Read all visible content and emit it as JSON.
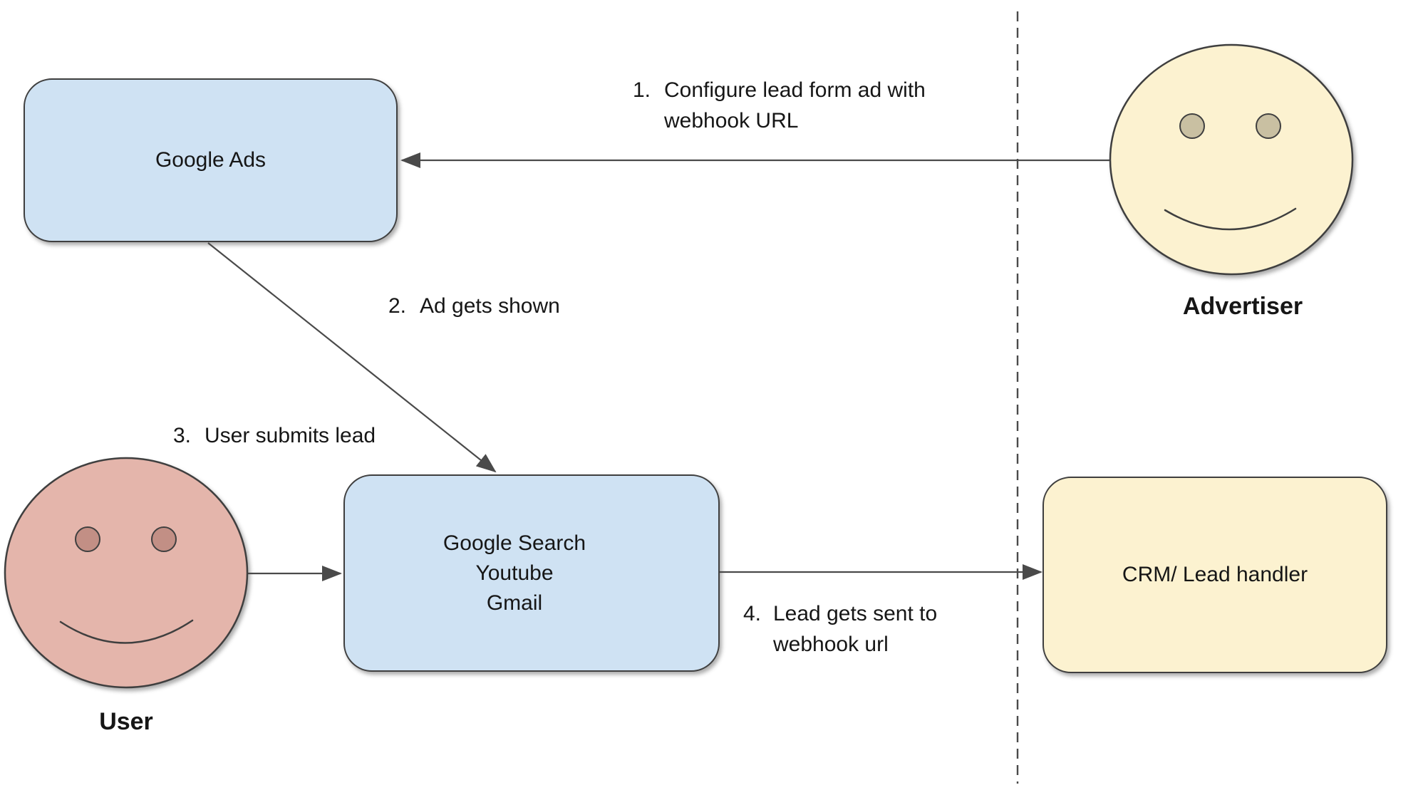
{
  "nodes": {
    "google_ads": {
      "label": "Google Ads"
    },
    "google_search": {
      "line1": "Google Search",
      "line2": "Youtube",
      "line3": "Gmail"
    },
    "crm": {
      "label": "CRM/ Lead handler"
    },
    "advertiser": {
      "label": "Advertiser"
    },
    "user": {
      "label": "User"
    }
  },
  "steps": {
    "s1": {
      "num": "1.",
      "text": "Configure lead form ad with webhook URL"
    },
    "s2": {
      "num": "2.",
      "text": "Ad gets shown"
    },
    "s3": {
      "num": "3.",
      "text": "User submits lead"
    },
    "s4": {
      "num": "4.",
      "text": "Lead gets sent to webhook url"
    }
  },
  "colors": {
    "node-blue": "#cfe2f3",
    "node-yellow": "#fcf2d0",
    "face-pink": "#e4b5ab",
    "eye-tan": "#c9c0a2",
    "eye-mauve": "#c28f85",
    "stroke-dark": "#3f3f3f",
    "line-gray": "#4a4a4a",
    "text-black": "#161616"
  }
}
